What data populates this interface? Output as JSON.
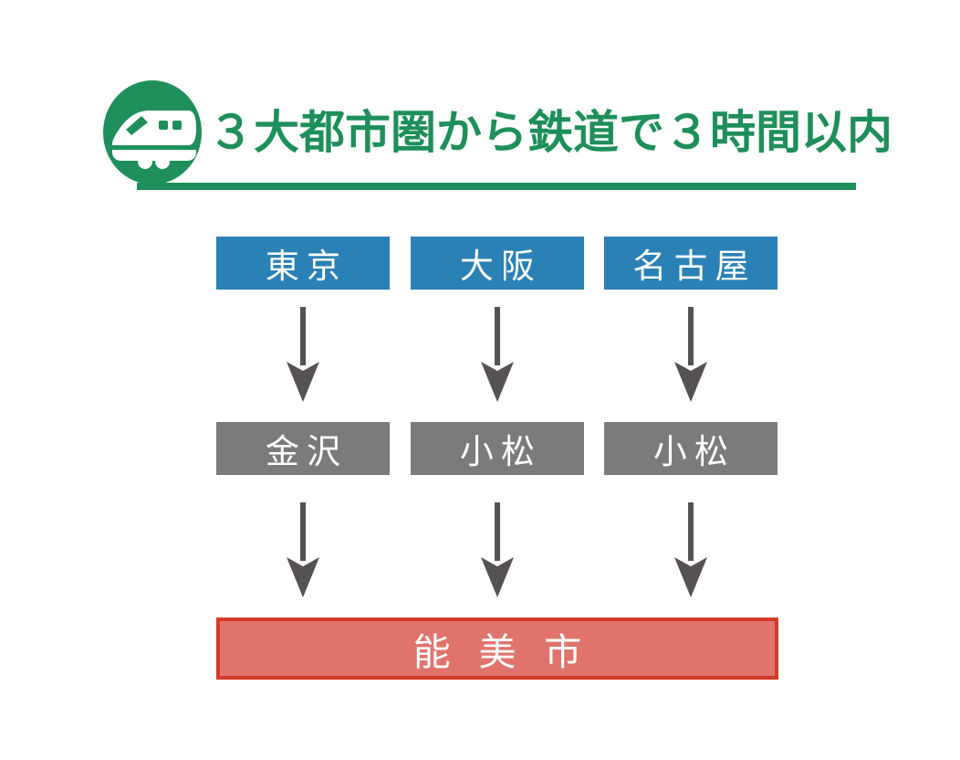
{
  "header": {
    "title": "３大都市圏から鉄道で３時間以内",
    "icon": "shinkansen-train-icon"
  },
  "diagram": {
    "origins": [
      "東京",
      "大阪",
      "名古屋"
    ],
    "gateways": [
      "金沢",
      "小松",
      "小松"
    ],
    "destination": "能美市"
  },
  "colors": {
    "accent_green": "#1e8f5a",
    "origin_box_blue": "#2a81b6",
    "gateway_box_gray": "#7b7b7b",
    "arrow_gray": "#565252",
    "destination_fill": "#e0746d",
    "destination_border": "#d13a28",
    "box_text": "#ffffff"
  }
}
